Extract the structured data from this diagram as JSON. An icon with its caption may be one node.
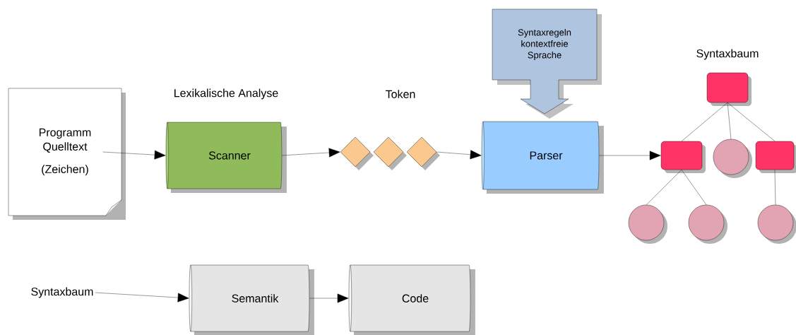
{
  "diagram": {
    "nodes": [
      {
        "text": [
          "Programm Quelltext",
          "(Zeichen)"
        ]
      },
      {
        "text": [
          "Scanner"
        ],
        "beside": [
          "Lexikalische Analyse"
        ]
      },
      {
        "text": [],
        "shape": "diamond"
      },
      {
        "text": [],
        "shape": "diamond"
      },
      {
        "text": [],
        "shape": "diamond"
      },
      {
        "text": [
          "Syntaxregeln kontextfreie Sprache"
        ]
      },
      {
        "text": [
          "Parser"
        ]
      },
      {
        "text": [],
        "shape": "box"
      },
      {
        "text": [],
        "shape": "box"
      },
      {
        "text": [],
        "shape": "circle"
      },
      {
        "text": [],
        "shape": "box"
      },
      {
        "text": [],
        "shape": "circle"
      },
      {
        "text": [],
        "shape": "circle"
      },
      {
        "text": [],
        "shape": "circle"
      },
      {
        "text": [
          "Syntaxbaum"
        ]
      },
      {
        "text": [
          "Semantik"
        ]
      },
      {
        "text": [
          "Code"
        ]
      }
    ],
    "edges": [
      {
        "from": 0,
        "to": 1,
        "arrow": "to"
      },
      {
        "from": 1,
        "to": 2,
        "arrow": "to"
      },
      {
        "from": 4,
        "to": 6,
        "arrow": "to"
      },
      {
        "from": 6,
        "to": 8,
        "arrow": "to"
      },
      {
        "from": 7,
        "to": 8,
        "arrow": "none"
      },
      {
        "from": 7,
        "to": 9,
        "arrow": "none"
      },
      {
        "from": 7,
        "to": 10,
        "arrow": "none"
      },
      {
        "from": 8,
        "to": 11,
        "arrow": "none"
      },
      {
        "from": 8,
        "to": 12,
        "arrow": "none"
      },
      {
        "from": 10,
        "to": 13,
        "arrow": "none"
      },
      {
        "from": 14,
        "to": 15,
        "arrow": "to"
      },
      {
        "from": 15,
        "to": 16,
        "arrow": "to"
      }
    ],
    "labels": [
      "Syntaxbaum",
      "Token"
    ]
  }
}
